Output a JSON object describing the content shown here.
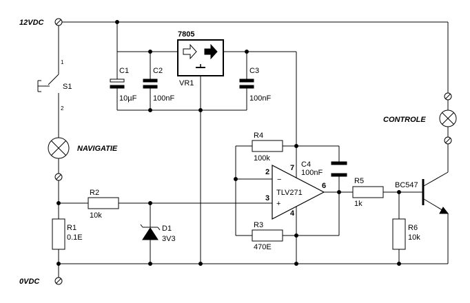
{
  "rails": {
    "supply": "12VDC",
    "ground": "0VDC"
  },
  "components": {
    "s1": {
      "ref": "S1",
      "pin1": "1",
      "pin2": "2"
    },
    "lamp_nav": {
      "label": "NAVIGATIE"
    },
    "lamp_ctrl": {
      "label": "CONTROLE"
    },
    "c1": {
      "ref": "C1",
      "value": "10µF"
    },
    "c2": {
      "ref": "C2",
      "value": "100nF"
    },
    "c3": {
      "ref": "C3",
      "value": "100nF"
    },
    "c4": {
      "ref": "C4",
      "value": "100nF"
    },
    "vr1": {
      "ref": "VR1",
      "part": "7805"
    },
    "r1": {
      "ref": "R1",
      "value": "0.1E"
    },
    "r2": {
      "ref": "R2",
      "value": "10k"
    },
    "r3": {
      "ref": "R3",
      "value": "470E"
    },
    "r4": {
      "ref": "R4",
      "value": "100k"
    },
    "r5": {
      "ref": "R5",
      "value": "1k"
    },
    "r6": {
      "ref": "R6",
      "value": "10k"
    },
    "d1": {
      "ref": "D1",
      "value": "3V3"
    },
    "q1": {
      "part": "BC547"
    },
    "u1": {
      "part": "TLV271",
      "pin_inv": "2",
      "pin_noninv": "3",
      "pin_out": "6",
      "pin_vcc": "7",
      "pin_gnd": "4",
      "sign_minus": "−",
      "sign_plus": "+"
    }
  }
}
